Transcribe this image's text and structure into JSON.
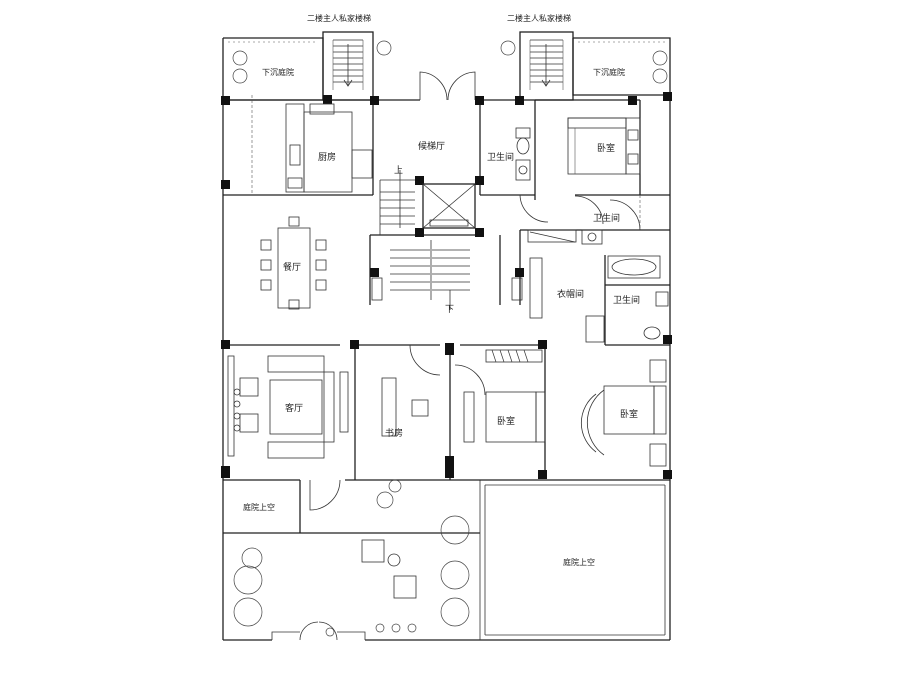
{
  "labels": {
    "stair_note_left": "二楼主人私家楼梯",
    "stair_note_right": "二楼主人私家楼梯",
    "sunken_court_left": "下沉庭院",
    "sunken_court_right": "下沉庭院",
    "kitchen": "厨房",
    "stair_hall": "候梯厅",
    "up_arrow": "上",
    "down_arrow": "下",
    "bathroom_1": "卫生间",
    "bedroom_1": "卧室",
    "bathroom_2": "卫生间",
    "dining": "餐厅",
    "closet": "衣帽间",
    "bathroom_3": "卫生间",
    "living": "客厅",
    "study": "书房",
    "bedroom_2": "卧室",
    "bedroom_3": "卧室",
    "courtyard_left": "庭院上空",
    "courtyard_right": "庭院上空"
  }
}
